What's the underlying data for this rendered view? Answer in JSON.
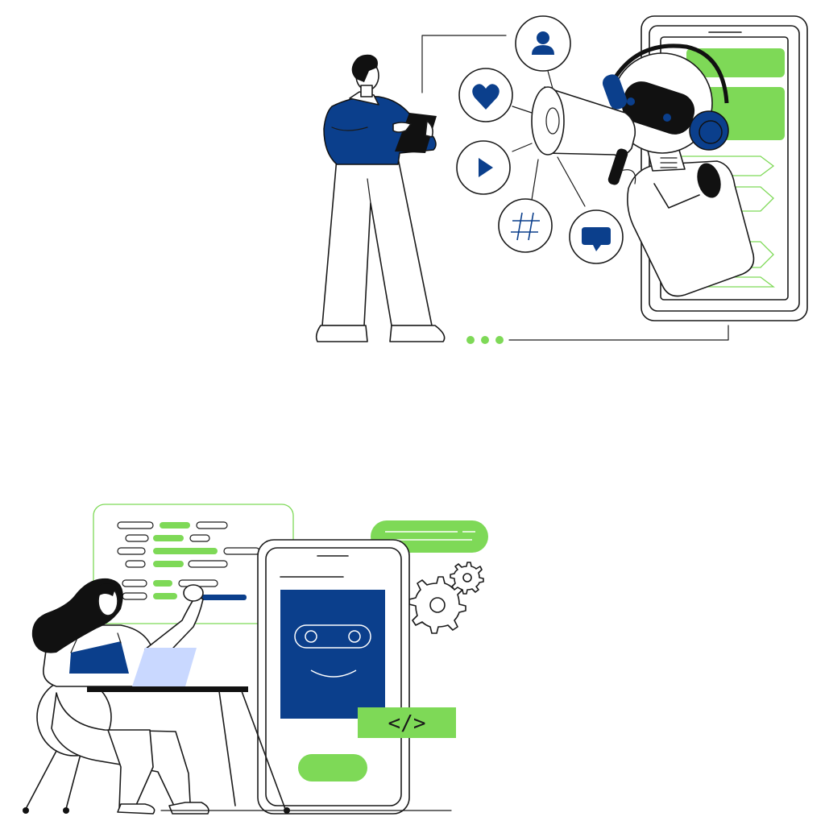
{
  "colors": {
    "primary_blue": "#0b3f8c",
    "accent_green": "#7ed957",
    "light_blue": "#c9d8ff",
    "ink": "#1a1a1a",
    "background": "#ffffff"
  },
  "top_scene": {
    "social_icons": [
      "user-icon",
      "heart-icon",
      "play-icon",
      "hashtag-icon",
      "chat-icon"
    ],
    "pagination_dots": 3
  },
  "bottom_scene": {
    "code_badge": {
      "label": "</>"
    },
    "gear_icons": [
      "gear-icon-large",
      "gear-icon-small"
    ]
  }
}
